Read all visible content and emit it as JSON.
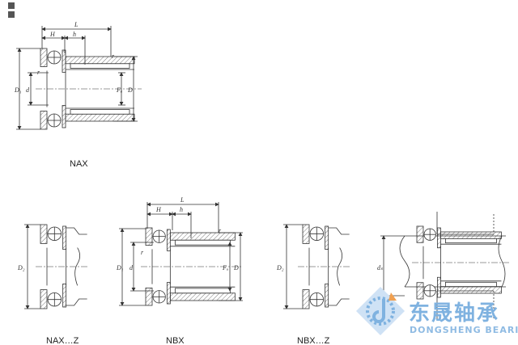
{
  "captions": {
    "nax": "NAX",
    "nax_z": "NAX…Z",
    "nbx": "NBX",
    "nbx_z": "NBX…Z"
  },
  "dims": {
    "L": "L",
    "H": "H",
    "h": "h",
    "r": "r",
    "D1": "D₁",
    "d": "d",
    "Fw": "Fᵤ",
    "D": "D",
    "D2": "D₂",
    "ds": "dₛ"
  },
  "logo": {
    "cn": "东晟轴承",
    "en": "DONGSHENG BEARING"
  },
  "colors": {
    "line": "#333333",
    "logo": "#7fb2e0",
    "logo_accent": "#f0a050"
  }
}
